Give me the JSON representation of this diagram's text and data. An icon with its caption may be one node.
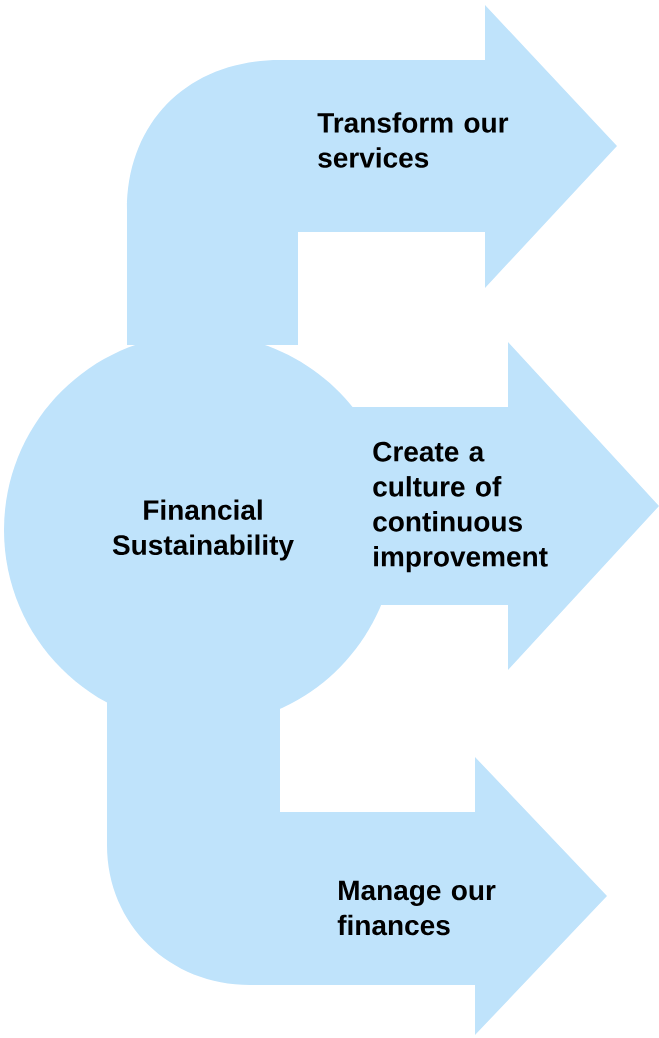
{
  "diagram": {
    "nodes": [
      {
        "text": [
          "Financial Sustainability"
        ]
      },
      {
        "text": [
          "Transform our services"
        ]
      },
      {
        "text": [
          "Create a culture of continuous improvement"
        ]
      },
      {
        "text": [
          "Manage our finances"
        ]
      }
    ]
  }
}
